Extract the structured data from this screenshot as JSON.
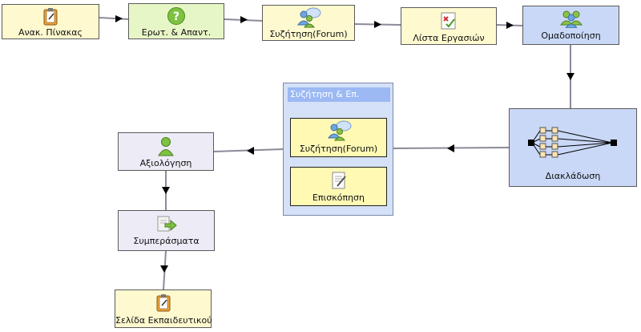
{
  "nodes": {
    "notice_board": {
      "label": "Ανακ. Πίνακας"
    },
    "qa": {
      "label": "Ερωτ. & Απαντ."
    },
    "forum_top": {
      "label": "Συζήτηση(Forum)"
    },
    "task_list": {
      "label": "Λίστα Εργασιών"
    },
    "grouping": {
      "label": "Ομαδοποίηση"
    },
    "branching": {
      "label": "Διακλάδωση"
    },
    "evaluation": {
      "label": "Αξιολόγηση"
    },
    "conclusions": {
      "label": "Συμπεράσματα"
    },
    "teacher_page": {
      "label": "Σελίδα Εκπαιδευτικού"
    }
  },
  "group": {
    "title": "Συζήτηση & Επ.",
    "forum": {
      "label": "Συζήτηση(Forum)"
    },
    "review": {
      "label": "Επισκόπηση"
    }
  },
  "colors": {
    "edge": "#8a8a9a",
    "arrow": "#000000",
    "yellow_node": "#fff9cf",
    "green_node": "#e7f6c6",
    "blue_node": "#c9d8f7",
    "lavender_node": "#ecebf6",
    "group_title": "#9cb9f4"
  }
}
